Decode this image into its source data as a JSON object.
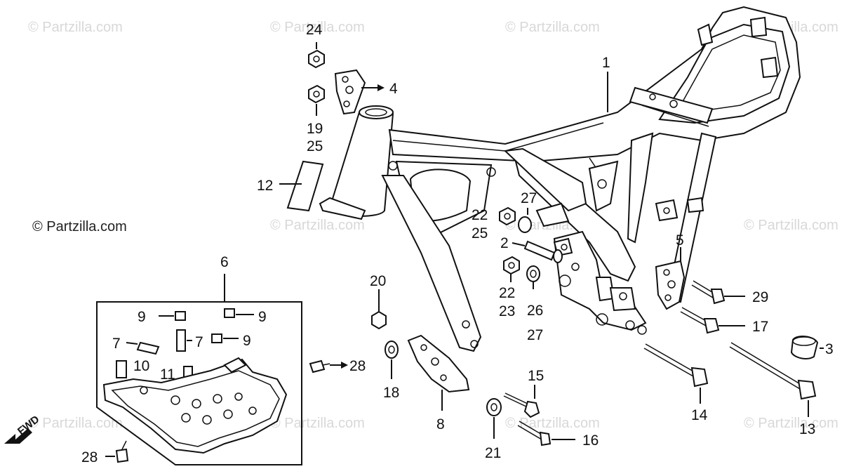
{
  "watermarks": {
    "faint": [
      "© Partzilla.com",
      "© Partzilla.com",
      "© Partzilla.com",
      "© Partzilla.com",
      "© Partzilla.com",
      "© Partzilla.com",
      "© Partzilla.com",
      "© Partzilla.com",
      "© Partzilla.com",
      "© Partzilla.com",
      "© Partzilla.com",
      "© Partzilla.com"
    ],
    "dark": "© Partzilla.com"
  },
  "labels": {
    "l1": "1",
    "l2": "2",
    "l3": "3",
    "l4": "4",
    "l5": "5",
    "l6": "6",
    "l7a": "7",
    "l7b": "7",
    "l8": "8",
    "l9a": "9",
    "l9b": "9",
    "l9c": "9",
    "l10": "10",
    "l11": "11",
    "l12": "12",
    "l13": "13",
    "l14": "14",
    "l15": "15",
    "l16": "16",
    "l17": "17",
    "l18": "18",
    "l19": "19",
    "l20": "20",
    "l21": "21",
    "l22a": "22",
    "l22b": "22",
    "l23": "23",
    "l24": "24",
    "l25a": "25",
    "l25b": "25",
    "l26": "26",
    "l27a": "27",
    "l27b": "27",
    "l28a": "28",
    "l28b": "28",
    "l29": "29"
  },
  "fwd_label": "FWD"
}
